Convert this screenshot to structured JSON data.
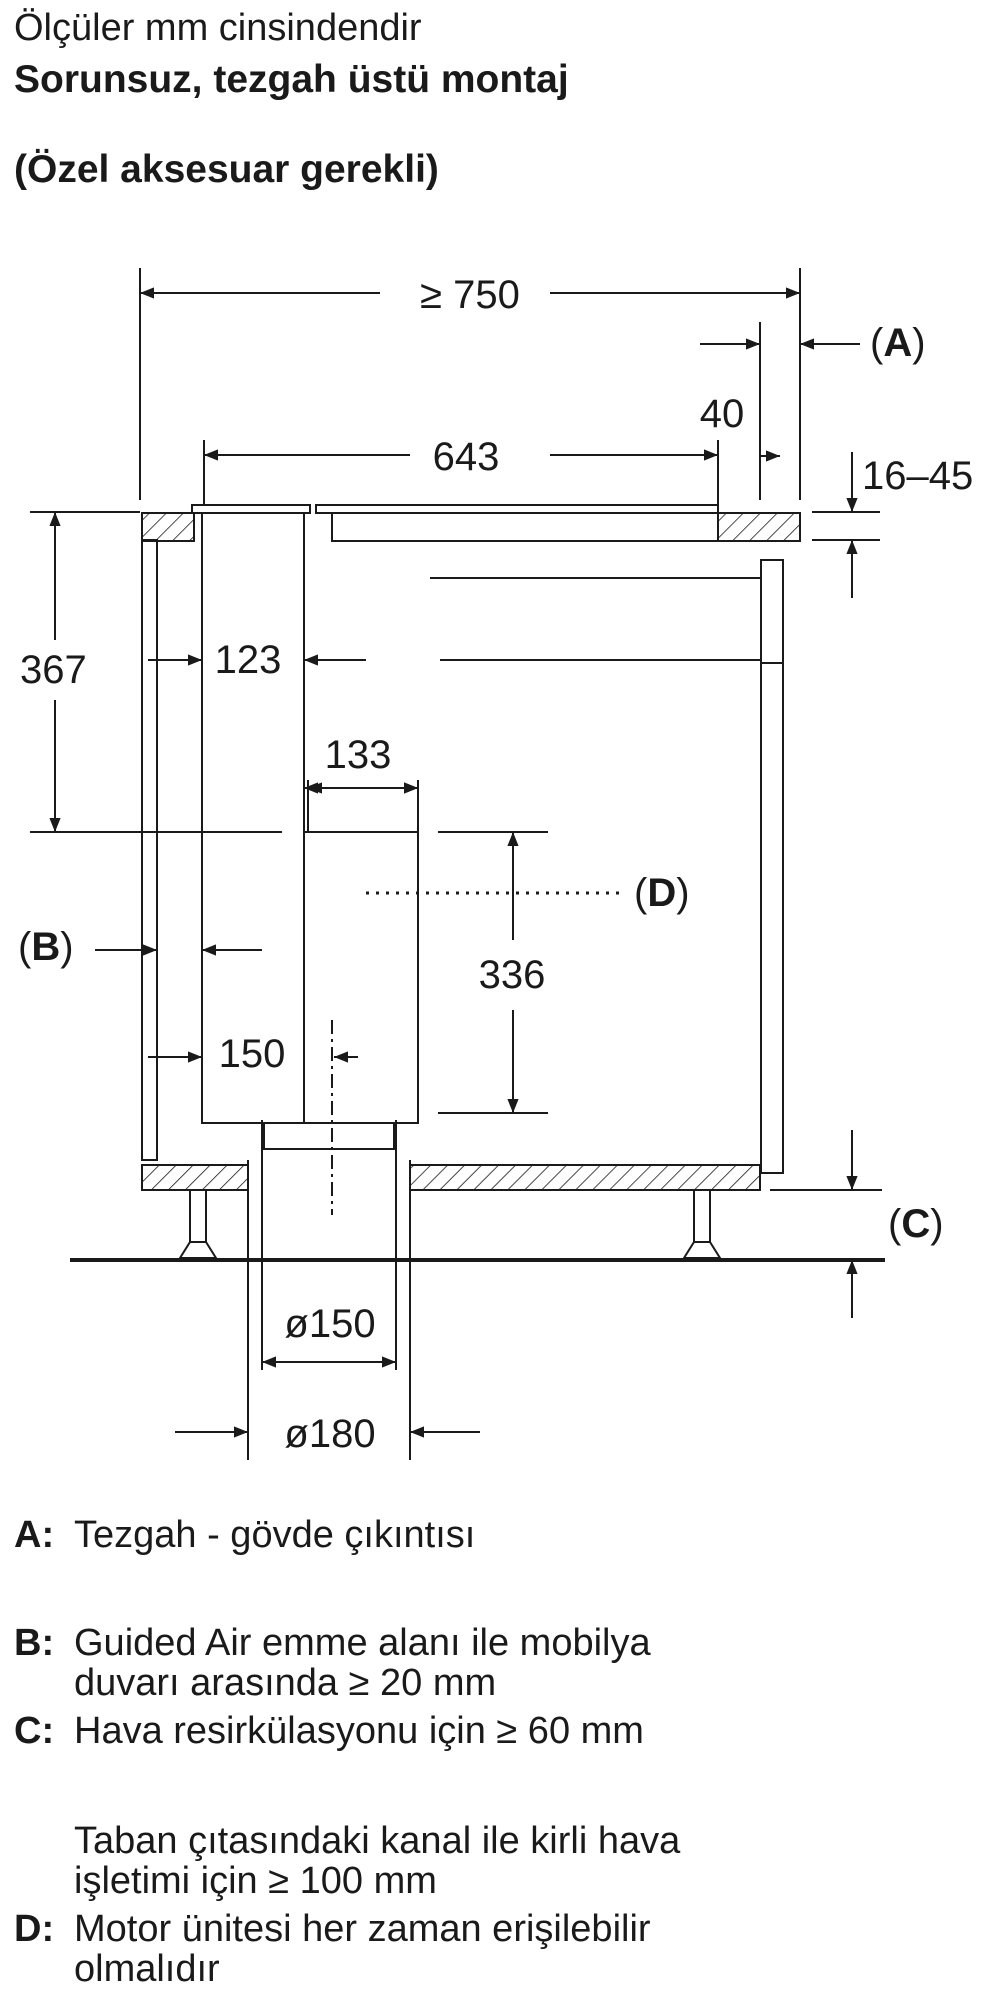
{
  "header": {
    "units_note": "Ölçüler mm cinsindendir",
    "title": "Sorunsuz, tezgah üstü montaj",
    "subtitle": "(Özel aksesuar gerekli)"
  },
  "diagram": {
    "dimensions": {
      "total_width": "≥ 750",
      "overhang_40": "40",
      "cooktop_width": "643",
      "thickness": "16–45",
      "height_367": "367",
      "duct_123": "123",
      "motor_133": "133",
      "motor_336": "336",
      "duct_150": "150",
      "dia_150": "ø150",
      "dia_180": "ø180"
    },
    "labels": {
      "A": "A",
      "B": "B",
      "C": "C",
      "D": "D"
    }
  },
  "legend": [
    {
      "key": "A:",
      "lines": [
        "Tezgah - gövde çıkıntısı"
      ]
    },
    {
      "key": "B:",
      "lines": [
        "Guided Air emme alanı ile mobilya",
        "duvarı arasında ≥ 20 mm"
      ]
    },
    {
      "key": "C:",
      "lines": [
        "Hava resirkülasyonu için ≥ 60 mm"
      ]
    },
    {
      "key": "",
      "lines": [
        "Taban çıtasındaki kanal ile kirli hava",
        "işletimi için ≥ 100 mm"
      ]
    },
    {
      "key": "D:",
      "lines": [
        "Motor ünitesi her zaman erişilebilir",
        "olmalıdır"
      ]
    }
  ]
}
